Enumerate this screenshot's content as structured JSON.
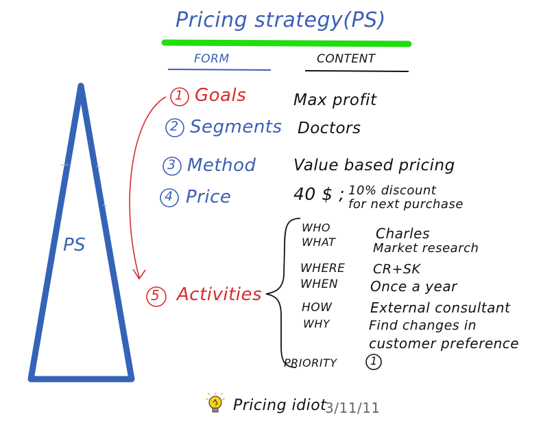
{
  "title": "Pricing strategy(PS)",
  "columns": {
    "form": "FORM",
    "content": "CONTENT"
  },
  "triangle_label": "PS",
  "rows": [
    {
      "num": "1",
      "label": "Goals",
      "content": "Max profit"
    },
    {
      "num": "2",
      "label": "Segments",
      "content": "Doctors"
    },
    {
      "num": "3",
      "label": "Method",
      "content": "Value based pricing"
    },
    {
      "num": "4",
      "label": "Price",
      "content": "40 $ ;",
      "note_line1": "10% discount",
      "note_line2": "for next purchase"
    },
    {
      "num": "5",
      "label": "Activities"
    }
  ],
  "activities": [
    {
      "key": "WHO",
      "value": "Charles"
    },
    {
      "key": "WHAT",
      "value": "Market research"
    },
    {
      "key": "WHERE",
      "value": "CR+SK"
    },
    {
      "key": "WHEN",
      "value": "Once a year"
    },
    {
      "key": "HOW",
      "value": "External consultant"
    },
    {
      "key": "WHY",
      "value": "Find changes in",
      "value2": "customer preference"
    }
  ],
  "priority": {
    "key": "PRIORITY",
    "value": "1"
  },
  "footer": {
    "brand": "Pricing idiot",
    "date": "3/11/11"
  },
  "colors": {
    "blue": "#3a5fb5",
    "triangle": "#3563b8",
    "red": "#d62b2b",
    "highlight": "#22dd11",
    "bulb": "#f2d21b"
  },
  "icons": {
    "footer": "lightbulb-icon"
  }
}
